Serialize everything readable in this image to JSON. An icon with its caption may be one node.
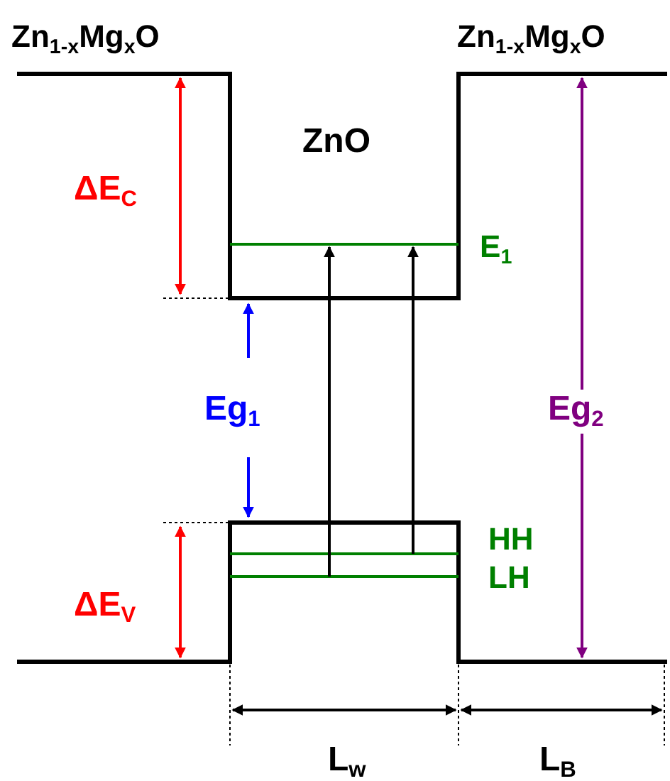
{
  "diagram": {
    "labels": [
      "Zn$_{1-x}$Mg$_{x}$O",
      "Zn$_{1-x}$Mg$_{x}$O",
      "ZnO",
      "ΔE$_{C}$",
      "E$_{1}$",
      "Eg$_{1}$",
      "Eg$_{2}$",
      "HH",
      "LH",
      "ΔE$_{V}$",
      "L$_{w}$",
      "L$_{B}$"
    ]
  }
}
